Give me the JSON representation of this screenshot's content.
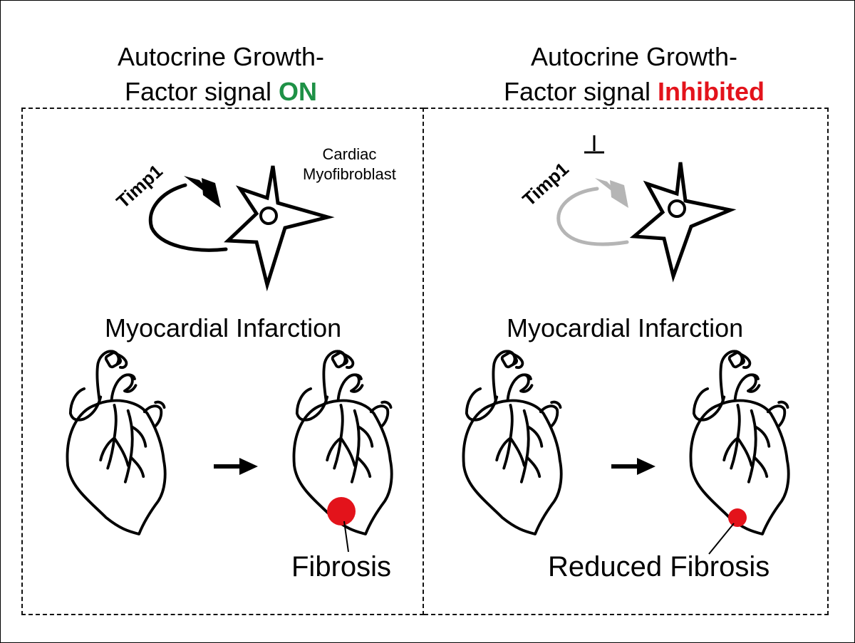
{
  "left_panel": {
    "title_prefix_line1": "Autocrine Growth-",
    "title_prefix_line2": "Factor signal ",
    "title_status": "ON",
    "cell_label_line1": "Cardiac",
    "cell_label_line2": "Myofibroblast",
    "timp_label": "Timp1",
    "mi_label": "Myocardial Infarction",
    "fibrosis_label": "Fibrosis"
  },
  "right_panel": {
    "title_prefix_line1": "Autocrine Growth-",
    "title_prefix_line2": "Factor signal ",
    "title_status": "Inhibited",
    "timp_label": "Timp1",
    "mi_label": "Myocardial Infarction",
    "fibrosis_label": "Reduced Fibrosis"
  },
  "colors": {
    "on": "#1e9146",
    "inhibited": "#e3131b",
    "fibrosis": "#e3131b",
    "inhibited_arrow": "#b5b5b5"
  }
}
